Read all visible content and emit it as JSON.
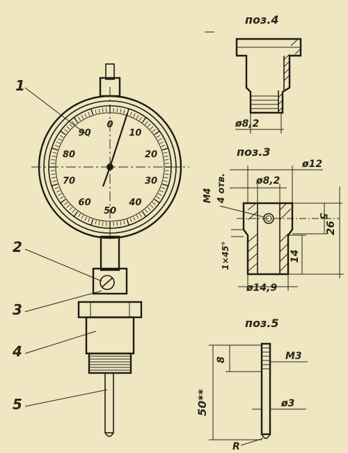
{
  "callouts": [
    "1",
    "2",
    "3",
    "4",
    "5"
  ],
  "dial_numbers": [
    "0",
    "10",
    "20",
    "30",
    "40",
    "50",
    "60",
    "70",
    "80",
    "90"
  ],
  "part4": {
    "title": "поз.4",
    "dia": "ø8,2"
  },
  "part3": {
    "title": "поз.3",
    "m4": "M4",
    "holes": "4 отв.",
    "d_top": "ø8,2",
    "d_outer": "ø12",
    "dim5": "5",
    "dim26": "26",
    "dim14": "14",
    "chamfer": "1×45°",
    "d_bottom": "ø14,9"
  },
  "part5": {
    "title": "поз.5",
    "dim8": "8",
    "m3": "M3",
    "dim50": "50**",
    "dia3": "ø3",
    "radius": "R"
  },
  "colors": {
    "paper": "#efe6c2",
    "ink": "#1f1a12"
  }
}
